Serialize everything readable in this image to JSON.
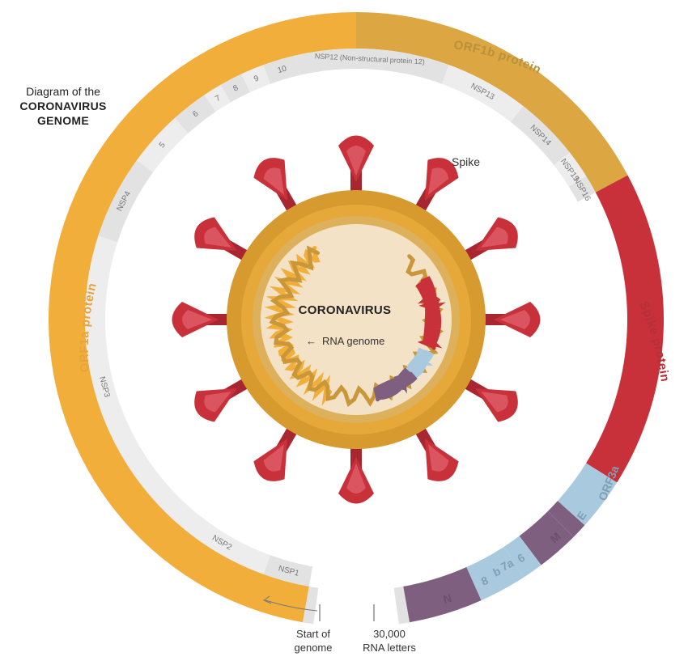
{
  "title": {
    "line1": "Diagram of the",
    "line2": "CORONAVIRUS",
    "line3": "GENOME"
  },
  "arc_labels": {
    "orf1a": "ORF1a protein",
    "orf1b": "ORF1b protein",
    "spike": "Spike protein",
    "orf3a": "ORF3a",
    "e": "E",
    "m": "M",
    "orf6": "6",
    "orf7a": "7a",
    "orf7b": "b",
    "orf8": "8",
    "n": "N"
  },
  "nsp_labels": {
    "nsp1": "NSP1",
    "nsp2": "NSP2",
    "nsp3": "NSP3",
    "nsp4": "NSP4",
    "nsp5": "5",
    "nsp6": "6",
    "nsp7": "7",
    "nsp8": "8",
    "nsp9": "9",
    "nsp10": "10",
    "nsp12": "NSP12 (Non-structural protein 12)",
    "nsp13": "NSP13",
    "nsp14": "NSP14",
    "nsp15": "NSP15",
    "nsp16": "NSP16"
  },
  "virus": {
    "spike_label": "Spike",
    "core_label": "CORONAVIRUS",
    "rna_label": "RNA genome",
    "rna_arrow": "←"
  },
  "footer": {
    "start_line1": "Start of",
    "start_line2": "genome",
    "end_line1": "30,000",
    "end_line2": "RNA letters"
  },
  "colors": {
    "orf1a": "#F2AE3B",
    "orf1b": "#DCA643",
    "spike": "#C8303A",
    "light_blue": "#A9C9DF",
    "purple": "#7F5F80",
    "nsp_gray": "#E2E2E2",
    "nsp_light": "#EDEDED",
    "virus_outer": "#D79A2E",
    "virus_inner": "#F3E2C5",
    "text_orf1a": "#E8A33A",
    "text_orf1b": "#B8923B",
    "text_spike": "#B53039",
    "text_accessory": "#7F9FB8",
    "text_n": "#6E4F70"
  }
}
